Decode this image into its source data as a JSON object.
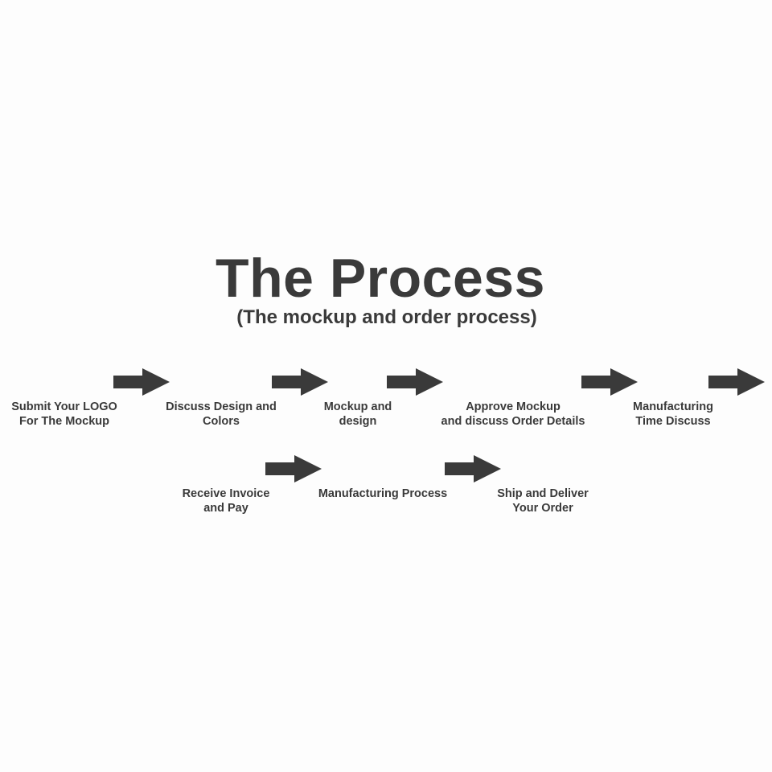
{
  "title": "The Process",
  "subtitle": "(The mockup and order process)",
  "colors": {
    "text": "#3a3a3a",
    "arrow": "#3a3a3a",
    "background": "#fdfdfd"
  },
  "steps": [
    {
      "label": "Submit Your LOGO\nFor The Mockup"
    },
    {
      "label": "Discuss Design and\nColors"
    },
    {
      "label": "Mockup and\ndesign"
    },
    {
      "label": "Approve Mockup\nand discuss Order Details"
    },
    {
      "label": "Manufacturing\nTime Discuss"
    },
    {
      "label": "Receive Invoice\nand Pay"
    },
    {
      "label": "Manufacturing Process"
    },
    {
      "label": "Ship and Deliver\nYour Order"
    }
  ],
  "arrow_icon": "right-arrow-icon"
}
